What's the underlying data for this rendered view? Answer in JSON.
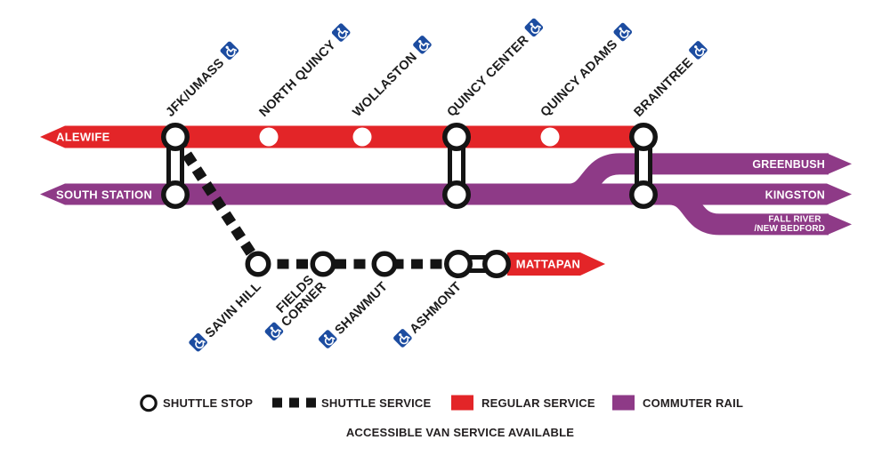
{
  "colors": {
    "red": "#E32528",
    "purple": "#8E3A87",
    "accessBlue": "#1C4CA0",
    "lineBlack": "#141414",
    "textBlack": "#231F20",
    "white": "#FFFFFF"
  },
  "icons": {
    "accessible": "accessible-icon"
  },
  "map": {
    "alewife": "ALEWIFE",
    "south_station": "SOUTH STATION",
    "jfk_umass": "JFK/UMASS",
    "north_quincy": "NORTH QUINCY",
    "wollaston": "WOLLASTON",
    "quincy_center": "QUINCY CENTER",
    "quincy_adams": "QUINCY ADAMS",
    "braintree": "BRAINTREE",
    "greenbush": "GREENBUSH",
    "kingston": "KINGSTON",
    "fall_river_1": "FALL RIVER",
    "fall_river_2": "/NEW BEDFORD",
    "savin_hill": "SAVIN HILL",
    "fields_corner_1": "FIELDS",
    "fields_corner_2": "CORNER",
    "shawmut": "SHAWMUT",
    "ashmont": "ASHMONT",
    "mattapan": "MATTAPAN"
  },
  "legend": {
    "shuttle_stop": "SHUTTLE STOP",
    "shuttle_service": "SHUTTLE SERVICE",
    "regular_service": "REGULAR SERVICE",
    "commuter_rail": "COMMUTER RAIL",
    "footnote": "ACCESSIBLE VAN SERVICE AVAILABLE"
  }
}
